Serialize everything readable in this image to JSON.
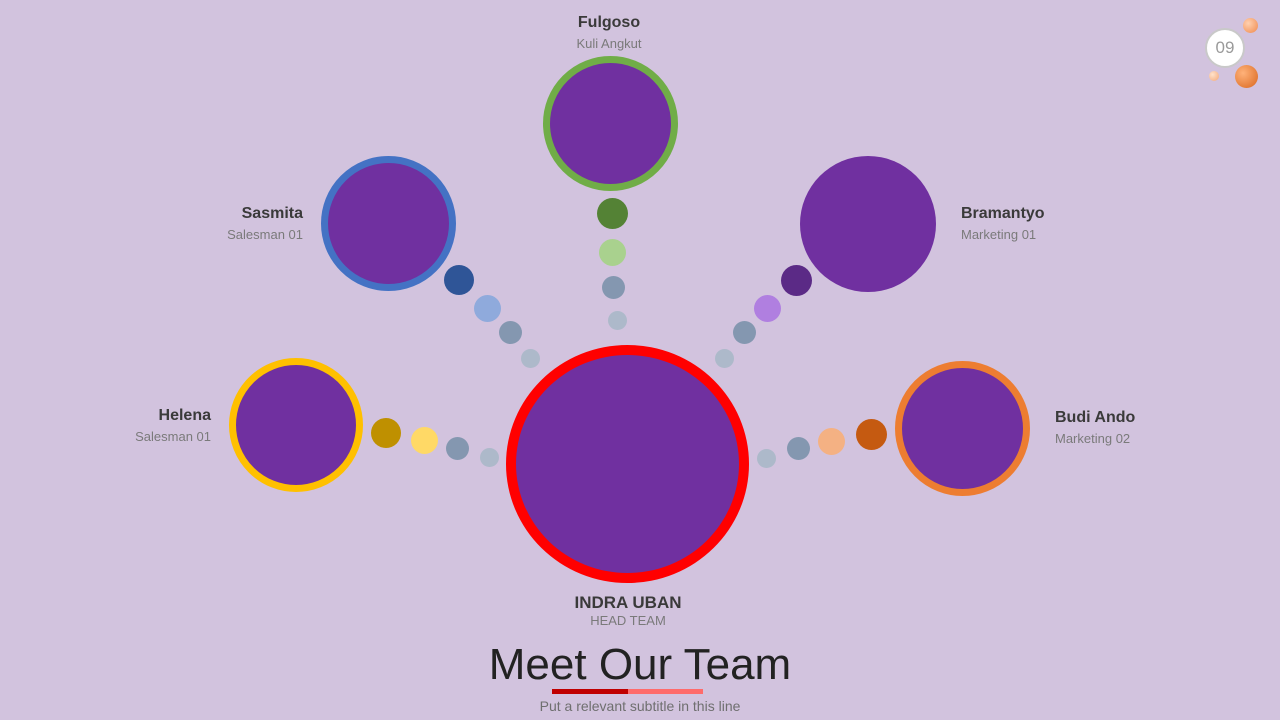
{
  "slide": {
    "title": "Meet Our Team",
    "subtitle": "Put a relevant subtitle in this line",
    "page_number": "09"
  },
  "team": {
    "head": {
      "name": "INDRA UBAN",
      "role": "HEAD TEAM"
    },
    "members": [
      {
        "name": "Helena",
        "role": "Salesman 01"
      },
      {
        "name": "Sasmita",
        "role": "Salesman 01"
      },
      {
        "name": "Fulgoso",
        "role": "Kuli Angkut"
      },
      {
        "name": "Bramantyo",
        "role": "Marketing 01"
      },
      {
        "name": "Budi Ando",
        "role": "Marketing 02"
      }
    ]
  },
  "colors": {
    "background": "#d2c3de",
    "circle_fill": "#7030a0",
    "head_ring": "#ff0000",
    "helena_ring": "#ffc000",
    "sasmita_ring": "#4472c4",
    "fulgoso_ring": "#70ad47",
    "budi_ring": "#ed7d31",
    "underline_dark": "#c00000",
    "underline_light": "#ff6b6b"
  }
}
